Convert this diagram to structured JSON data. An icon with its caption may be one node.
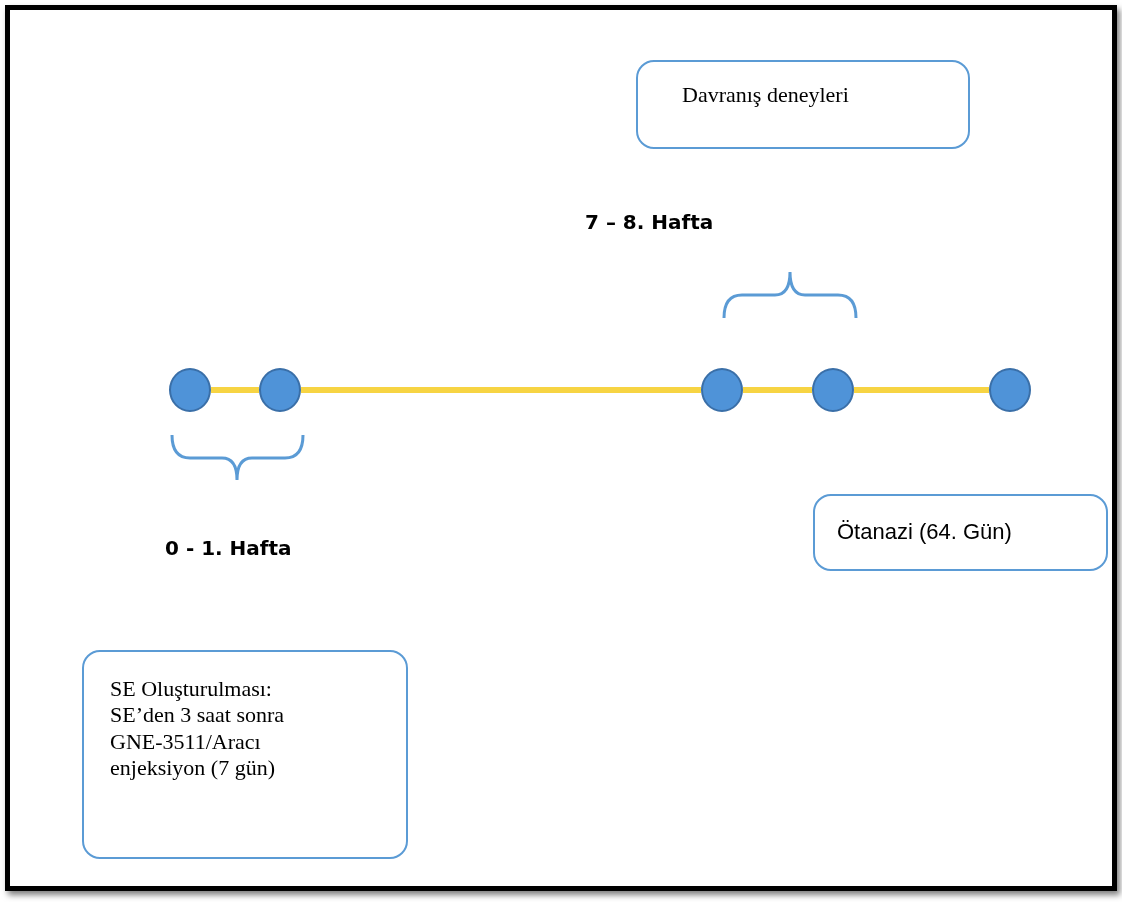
{
  "diagram": {
    "nodes": [
      {
        "text": [
          "Davranış deneyleri"
        ]
      },
      {
        "text": [],
        "shape": "circle"
      },
      {
        "text": [],
        "shape": "circle"
      },
      {
        "text": [],
        "shape": "circle"
      },
      {
        "text": [],
        "shape": "circle"
      },
      {
        "text": [],
        "shape": "circle"
      },
      {
        "text": [
          "Ötanazi (64. Gün)"
        ]
      },
      {
        "text": [
          "SE Oluşturulması: SE’den 3 saat sonra GNE-3511/Aracı enjeksiyon (7 gün)"
        ]
      }
    ],
    "edges": [
      {
        "from": 1,
        "to": 2,
        "arrow": "none"
      },
      {
        "from": 2,
        "to": 3,
        "arrow": "none"
      },
      {
        "from": 3,
        "to": 4,
        "arrow": "none"
      },
      {
        "from": 4,
        "to": 5,
        "arrow": "none"
      }
    ],
    "labels": [
      "7 – 8. Hafta",
      "0 - 1. Hafta"
    ]
  }
}
